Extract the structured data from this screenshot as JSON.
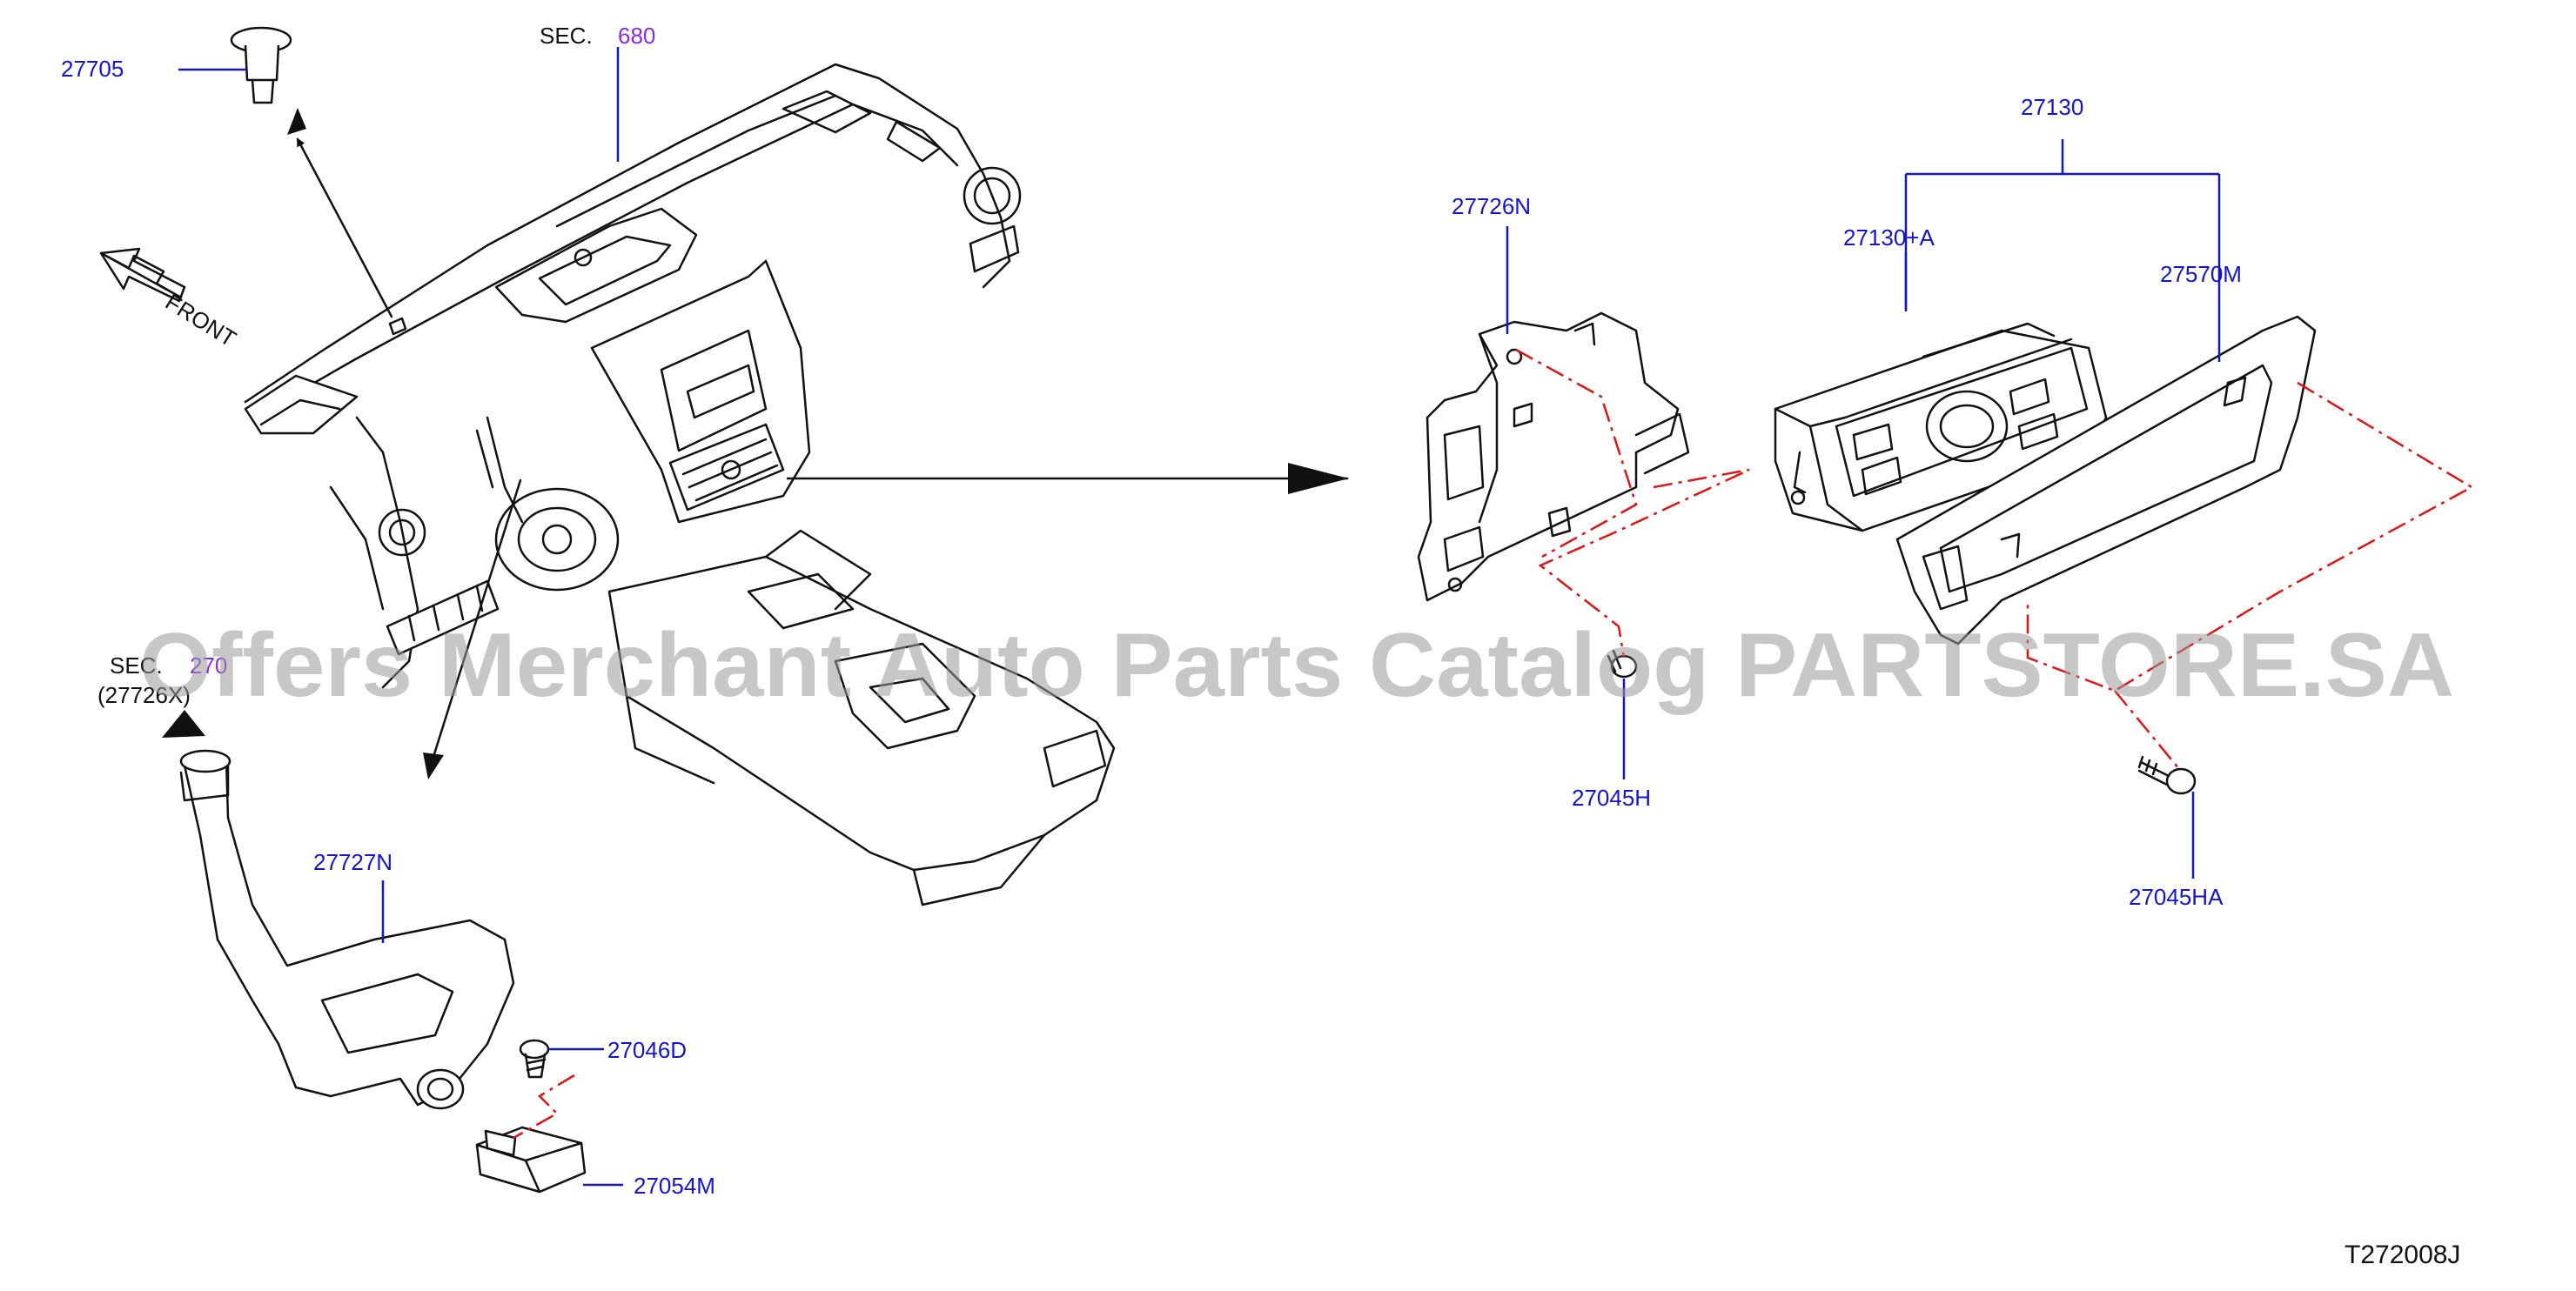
{
  "diagram": {
    "sections": {
      "dashboard_prefix": "SEC.",
      "dashboard_ref": "680",
      "duct_prefix": "SEC.",
      "duct_ref": "270",
      "duct_sub": "(27726X)"
    },
    "direction_label": "FRONT",
    "parts": {
      "p27705": "27705",
      "p27726N": "27726N",
      "p27130": "27130",
      "p27130A": "27130+A",
      "p27570M": "27570M",
      "p27045H": "27045H",
      "p27045HA": "27045HA",
      "p27727N": "27727N",
      "p27046D": "27046D",
      "p27054M": "27054M"
    },
    "diagram_code": "T272008J",
    "watermark": "Offers Merchant Auto Parts Catalog PARTSTORE.SA",
    "colors": {
      "part_label": "#1414c8",
      "section_ref": "#8a2be2",
      "line_art": "#111111",
      "assembly_line": "#e01414",
      "watermark": "#9a9a9a"
    }
  }
}
